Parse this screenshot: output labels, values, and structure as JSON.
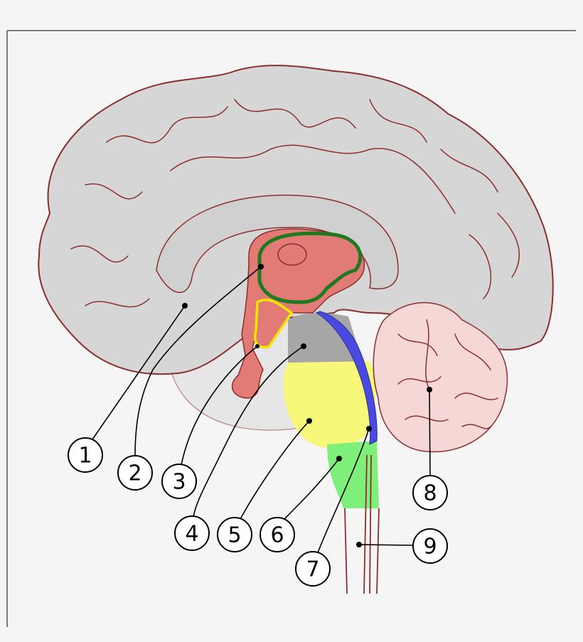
{
  "diagram": {
    "labels": [
      "1",
      "2",
      "3",
      "4",
      "5",
      "6",
      "7",
      "8",
      "9"
    ],
    "colors": {
      "cortex": "#d6d6d6",
      "outline": "#8b2e2e",
      "thalamus": "#e27a76",
      "limbic_outline": "#1f7a1f",
      "hypothalamus_outline": "#f5e600",
      "midbrain": "#a6a6a6",
      "pons": "#f7f77a",
      "medulla": "#7ef07a",
      "tract": "#4a4ae0",
      "cerebellum": "#f5d8d6"
    }
  }
}
